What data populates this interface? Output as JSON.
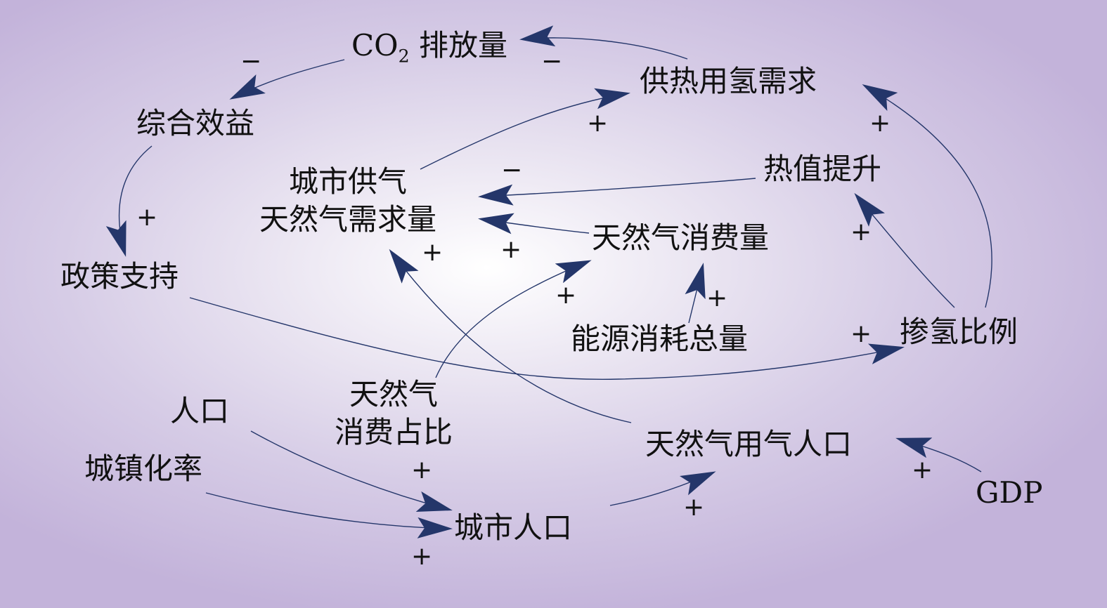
{
  "nodes": {
    "co2_prefix": "CO",
    "co2_sub": "2",
    "co2_suffix": " 排放量",
    "heat_h2_demand": "供热用氢需求",
    "benefit": "综合效益",
    "city_gas_line1": "城市供气",
    "city_gas_line2": "天然气需求量",
    "heat_value": "热值提升",
    "gas_consumption": "天然气消费量",
    "policy": "政策支持",
    "energy_total": "能源消耗总量",
    "h2_ratio": "掺氢比例",
    "gas_share_line1": "天然气",
    "gas_share_line2": "消费占比",
    "population": "人口",
    "urbanization": "城镇化率",
    "gas_users": "天然气用气人口",
    "urban_pop": "城市人口",
    "gdp": "GDP"
  },
  "polarity": {
    "h2demand_to_co2": "−",
    "co2_to_benefit": "−",
    "citygas_to_h2demand": "+",
    "ratio_to_h2demand": "+",
    "benefit_to_policy": "+",
    "heatvalue_to_citygas": "−",
    "users_to_citygas": "+",
    "consumption_to_citygas": "+",
    "ratio_to_heatvalue": "+",
    "share_to_consumption": "+",
    "energy_to_consumption": "+",
    "policy_to_ratio": "+",
    "pop_to_urbanpop": "+",
    "urbanization_to_urbanpop": "+",
    "urbanpop_to_users": "+",
    "gdp_to_users": "+"
  },
  "colors": {
    "arrow": "#24366a",
    "text": "#111111"
  }
}
